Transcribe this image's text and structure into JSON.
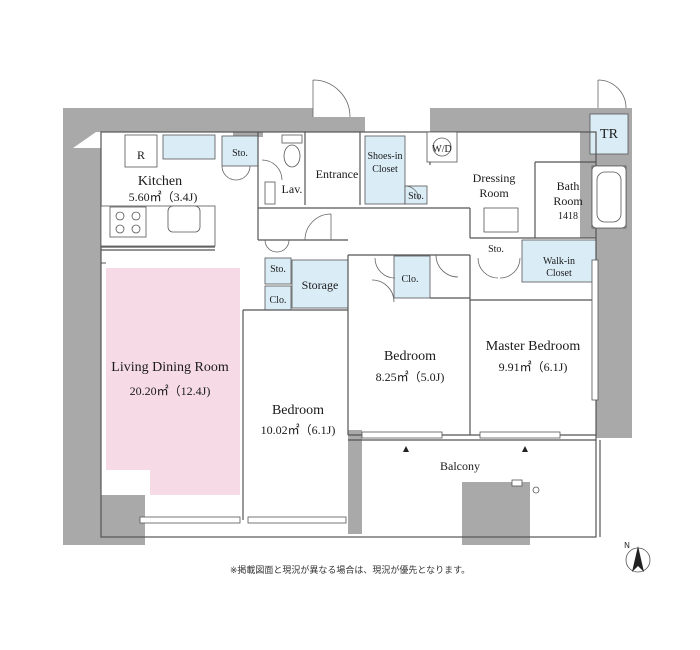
{
  "rooms": {
    "kitchen": {
      "name": "Kitchen",
      "area": "5.60㎡（3.4J)"
    },
    "living": {
      "name": "Living Dining Room",
      "area": "20.20㎡（12.4J)"
    },
    "bedroom1": {
      "name": "Bedroom",
      "area": "10.02㎡（6.1J)"
    },
    "bedroom2": {
      "name": "Bedroom",
      "area": "8.25㎡（5.0J)"
    },
    "master": {
      "name": "Master Bedroom",
      "area": "9.91㎡（6.1J)"
    },
    "bath": {
      "name1": "Bath",
      "name2": "Room",
      "size": "1418"
    },
    "dressing": {
      "name1": "Dressing",
      "name2": "Room"
    },
    "balcony": "Balcony",
    "entrance": "Entrance",
    "lav": "Lav.",
    "storage": "Storage",
    "shoes": {
      "line1": "Shoes-in",
      "line2": "Closet"
    },
    "walkin": {
      "line1": "Walk-in",
      "line2": "Closet"
    },
    "wd": "W/D",
    "tr": "TR",
    "fridge": "R",
    "sto": "Sto.",
    "clo": "Clo."
  },
  "note": "※掲載図面と現況が異なる場合は、現況が優先となります。",
  "colors": {
    "wall": "#a9a9a9",
    "living_floor": "#f6dbe6",
    "closet": "#daecf6",
    "line": "#555555"
  },
  "icons": [
    "north-arrow-icon",
    "stove-icon",
    "sink-icon",
    "bathtub-icon",
    "toilet-icon"
  ]
}
